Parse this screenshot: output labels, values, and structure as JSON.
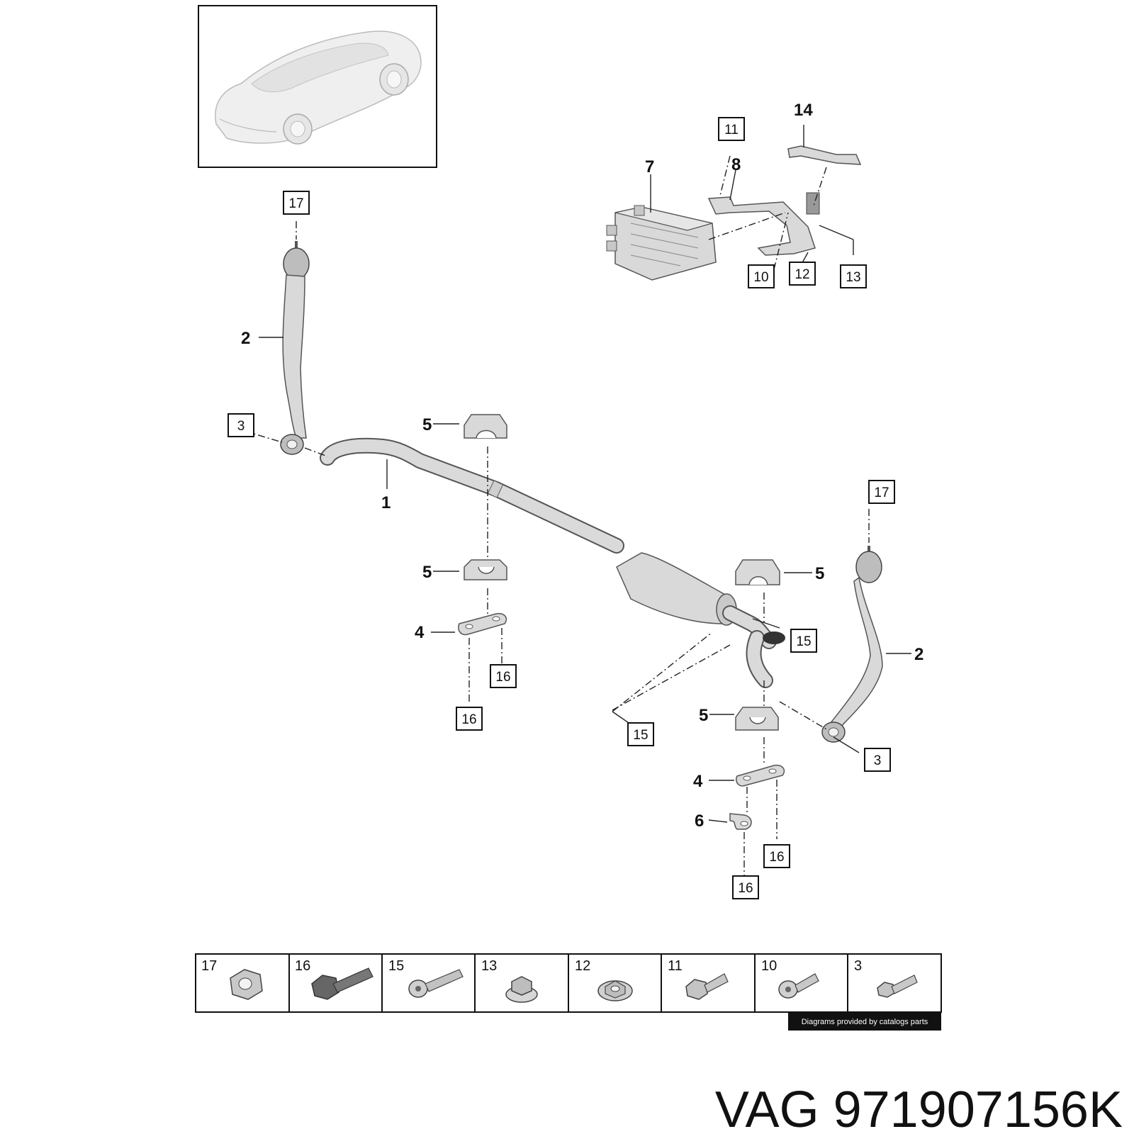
{
  "diagram": {
    "callouts": {
      "c1": "1",
      "c2_left": "2",
      "c2_right": "2",
      "c4_left": "4",
      "c4_right": "4",
      "c5_a": "5",
      "c5_b": "5",
      "c5_c": "5",
      "c5_d": "5",
      "c6": "6",
      "c7": "7",
      "c8": "8",
      "c14": "14"
    },
    "boxed_callouts": {
      "b3_left": "3",
      "b3_right": "3",
      "b10": "10",
      "b11": "11",
      "b12": "12",
      "b13": "13",
      "b15_upper": "15",
      "b15_lower": "15",
      "b16_a": "16",
      "b16_b": "16",
      "b16_c": "16",
      "b16_d": "16",
      "b17_left": "17",
      "b17_right": "17"
    }
  },
  "fastener_table": {
    "cells": [
      {
        "label": "17",
        "icon": "flange-nut-icon"
      },
      {
        "label": "16",
        "icon": "hex-bolt-icon"
      },
      {
        "label": "15",
        "icon": "torx-bolt-icon"
      },
      {
        "label": "13",
        "icon": "flange-nut-icon"
      },
      {
        "label": "12",
        "icon": "flange-nut-icon"
      },
      {
        "label": "11",
        "icon": "hex-bolt-icon"
      },
      {
        "label": "10",
        "icon": "torx-bolt-icon"
      },
      {
        "label": "3",
        "icon": "hex-bolt-icon"
      }
    ]
  },
  "credit": "Diagrams provided by catalogs parts",
  "title": "VAG 971907156K"
}
